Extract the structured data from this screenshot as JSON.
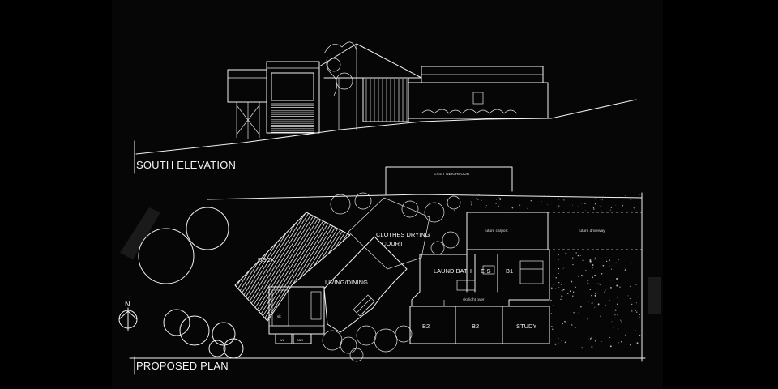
{
  "titles": {
    "elevation": "SOUTH ELEVATION",
    "plan": "PROPOSED PLAN",
    "north": "N"
  },
  "plan_labels": {
    "exist_neighbour": "EXIST NEIGHBOUR",
    "clothes_drying": "CLOTHES DRYING",
    "court": "COURT",
    "future_carport": "future carport",
    "future_driveway": "future driveway",
    "deck": "DECK",
    "living_dining": "LIVING/DINING",
    "laund_bath": "LAUND BATH",
    "es": "E-S",
    "b1": "B1",
    "b2_left": "B2",
    "b2_right": "B2",
    "study": "STUDY",
    "skylight": "skylight over",
    "wd": "wd",
    "pan": "pan",
    "sk": "sk"
  },
  "colors": {
    "background": "#000000",
    "sheet": "#060606",
    "linework": "#f2f2f2"
  }
}
